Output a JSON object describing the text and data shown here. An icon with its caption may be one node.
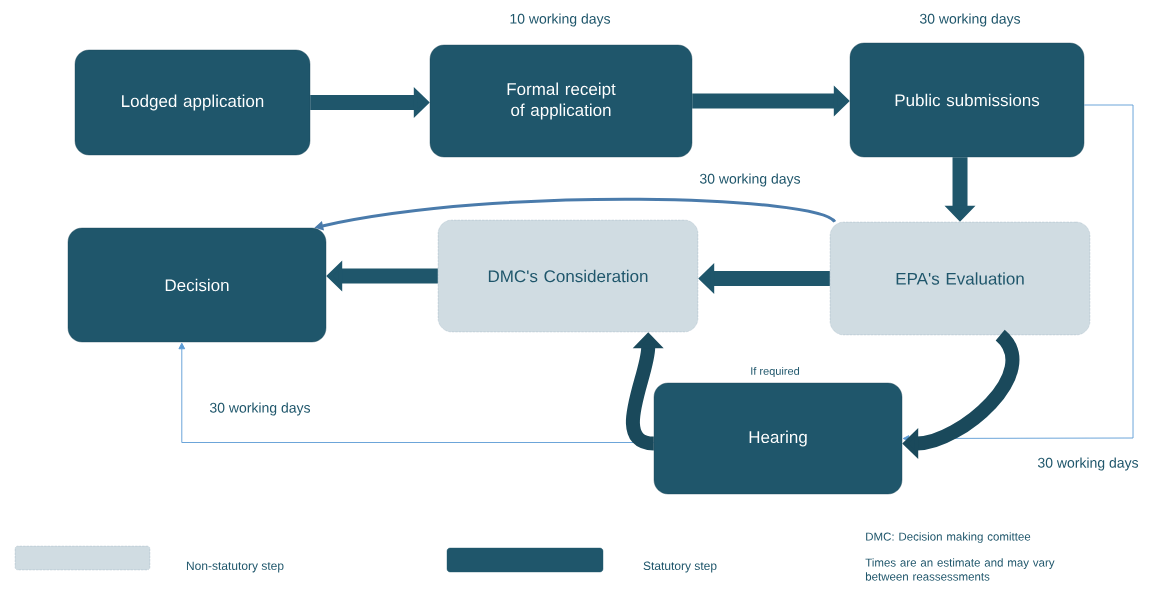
{
  "diagram": {
    "nodes": [
      {
        "text": [
          "Lodged application"
        ]
      },
      {
        "text": [
          "Formal receipt of application"
        ],
        "beside": [
          "10 working days"
        ]
      },
      {
        "text": [
          "Public submissions"
        ],
        "beside": [
          "30 working days"
        ]
      },
      {
        "text": [
          "Decision"
        ]
      },
      {
        "text": [
          "DMC's Consideration"
        ]
      },
      {
        "text": [
          "EPA's Evaluation"
        ]
      },
      {
        "text": [
          "Hearing"
        ],
        "beside": [
          "If required"
        ]
      }
    ],
    "edges": [
      {
        "from": 0,
        "to": 1,
        "arrow": "to"
      },
      {
        "from": 1,
        "to": 2,
        "arrow": "to"
      },
      {
        "from": 2,
        "to": 5,
        "arrow": "to"
      },
      {
        "from": 5,
        "to": 4,
        "arrow": "to"
      },
      {
        "from": 4,
        "to": 3,
        "arrow": "to"
      },
      {
        "from": 5,
        "to": 3,
        "arrow": "to",
        "label": "30 working days",
        "color": "#4a7bab"
      },
      {
        "from": 2,
        "to": 6,
        "arrow": "to",
        "label": "30 working days",
        "color": "#5b9bd5"
      },
      {
        "from": 6,
        "to": 3,
        "arrow": "to",
        "label": "30 working days",
        "color": "#5b9bd5"
      },
      {
        "from": 5,
        "to": 6,
        "arrow": "to"
      },
      {
        "from": 6,
        "to": 4,
        "arrow": "to"
      }
    ],
    "labels": [
      "DMC: Decision making comittee",
      "Times are an estimate and may vary between reassessments"
    ],
    "legend": [
      {
        "text": "Non-statutory step",
        "color": "#d0dce2"
      },
      {
        "text": "Statutory step",
        "color": "#1f566b"
      }
    ]
  }
}
